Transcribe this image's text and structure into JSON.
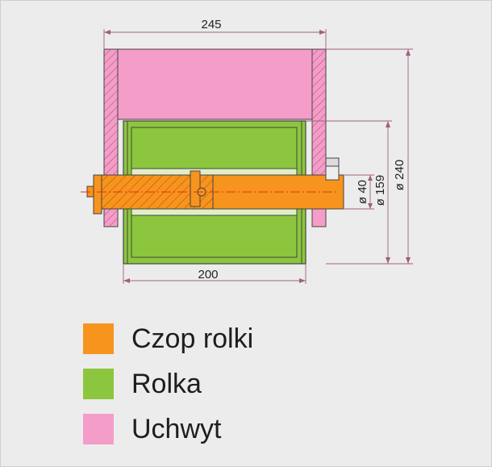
{
  "colors": {
    "pink": "#f39dc8",
    "green": "#8cc63e",
    "orange": "#f7941d",
    "outline": "#444444",
    "dim_line": "#a0607f",
    "axis": "#e0301e"
  },
  "dimensions": {
    "top_width": "245",
    "bottom_width": "200",
    "d40": "ø 40",
    "d159": "ø 159",
    "d240": "ø 240"
  },
  "legend": [
    {
      "label": "Czop rolki",
      "color": "#f7941d",
      "icon": "orange-square"
    },
    {
      "label": "Rolka",
      "color": "#8cc63e",
      "icon": "green-square"
    },
    {
      "label": "Uchwyt",
      "color": "#f39dc8",
      "icon": "pink-square"
    }
  ]
}
